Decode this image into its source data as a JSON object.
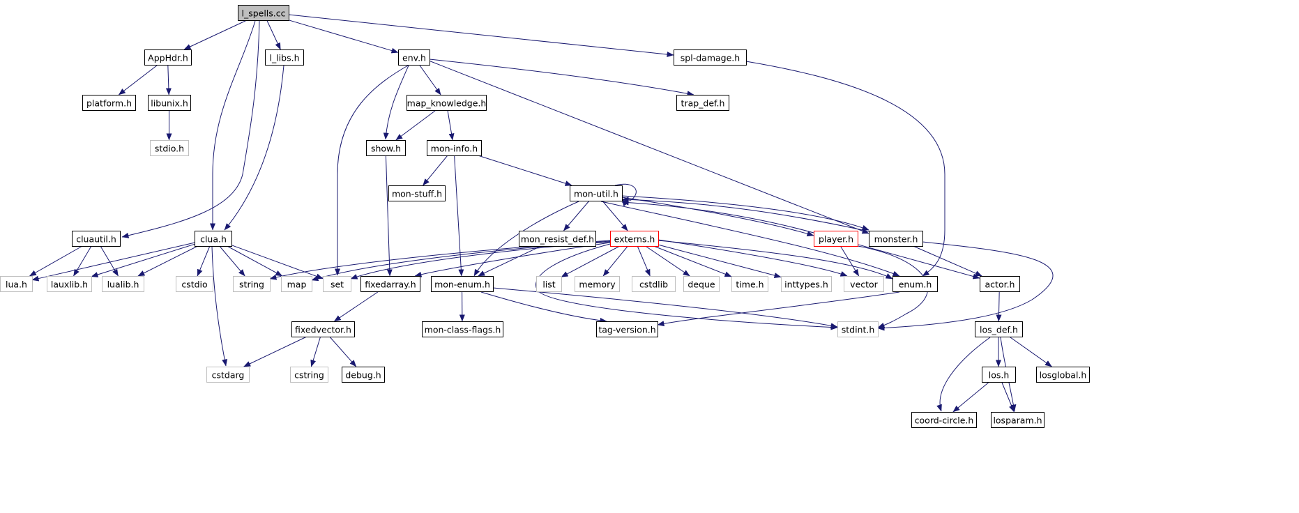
{
  "colors": {
    "edge": "#191970",
    "node_border": "#000000",
    "system_border": "#bfbfbf",
    "truncated_border": "#ff0000",
    "root_fill": "#bfbfbf",
    "text": "#000000"
  },
  "nodes": [
    {
      "id": "l_spells_cc",
      "label": "l_spells.cc",
      "kind": "root"
    },
    {
      "id": "apphdr",
      "label": "AppHdr.h",
      "kind": "normal"
    },
    {
      "id": "l_libs",
      "label": "l_libs.h",
      "kind": "normal"
    },
    {
      "id": "env",
      "label": "env.h",
      "kind": "normal"
    },
    {
      "id": "spl_damage",
      "label": "spl-damage.h",
      "kind": "normal"
    },
    {
      "id": "platform",
      "label": "platform.h",
      "kind": "normal"
    },
    {
      "id": "libunix",
      "label": "libunix.h",
      "kind": "normal"
    },
    {
      "id": "stdio_h",
      "label": "stdio.h",
      "kind": "system"
    },
    {
      "id": "map_knowledge",
      "label": "map_knowledge.h",
      "kind": "normal"
    },
    {
      "id": "trap_def",
      "label": "trap_def.h",
      "kind": "normal"
    },
    {
      "id": "show",
      "label": "show.h",
      "kind": "normal"
    },
    {
      "id": "mon_info",
      "label": "mon-info.h",
      "kind": "normal"
    },
    {
      "id": "mon_stuff",
      "label": "mon-stuff.h",
      "kind": "normal"
    },
    {
      "id": "mon_util",
      "label": "mon-util.h",
      "kind": "normal"
    },
    {
      "id": "cluautil",
      "label": "cluautil.h",
      "kind": "normal"
    },
    {
      "id": "clua",
      "label": "clua.h",
      "kind": "normal"
    },
    {
      "id": "mon_resist_def",
      "label": "mon_resist_def.h",
      "kind": "normal"
    },
    {
      "id": "externs",
      "label": "externs.h",
      "kind": "truncated"
    },
    {
      "id": "player",
      "label": "player.h",
      "kind": "truncated"
    },
    {
      "id": "monster",
      "label": "monster.h",
      "kind": "normal"
    },
    {
      "id": "lua_h",
      "label": "lua.h",
      "kind": "system"
    },
    {
      "id": "lauxlib",
      "label": "lauxlib.h",
      "kind": "system"
    },
    {
      "id": "lualib",
      "label": "lualib.h",
      "kind": "system"
    },
    {
      "id": "cstdio",
      "label": "cstdio",
      "kind": "system"
    },
    {
      "id": "string",
      "label": "string",
      "kind": "system"
    },
    {
      "id": "map",
      "label": "map",
      "kind": "system"
    },
    {
      "id": "set",
      "label": "set",
      "kind": "system"
    },
    {
      "id": "fixedarray",
      "label": "fixedarray.h",
      "kind": "normal"
    },
    {
      "id": "mon_enum",
      "label": "mon-enum.h",
      "kind": "normal"
    },
    {
      "id": "list",
      "label": "list",
      "kind": "system"
    },
    {
      "id": "memory",
      "label": "memory",
      "kind": "system"
    },
    {
      "id": "cstdlib",
      "label": "cstdlib",
      "kind": "system"
    },
    {
      "id": "deque",
      "label": "deque",
      "kind": "system"
    },
    {
      "id": "time_h",
      "label": "time.h",
      "kind": "system"
    },
    {
      "id": "inttypes",
      "label": "inttypes.h",
      "kind": "system"
    },
    {
      "id": "vector",
      "label": "vector",
      "kind": "system"
    },
    {
      "id": "enum_h",
      "label": "enum.h",
      "kind": "normal"
    },
    {
      "id": "actor",
      "label": "actor.h",
      "kind": "normal"
    },
    {
      "id": "fixedvector",
      "label": "fixedvector.h",
      "kind": "normal"
    },
    {
      "id": "mon_class_flags",
      "label": "mon-class-flags.h",
      "kind": "normal"
    },
    {
      "id": "tag_version",
      "label": "tag-version.h",
      "kind": "normal"
    },
    {
      "id": "stdint",
      "label": "stdint.h",
      "kind": "system"
    },
    {
      "id": "los_def",
      "label": "los_def.h",
      "kind": "normal"
    },
    {
      "id": "cstdarg",
      "label": "cstdarg",
      "kind": "system"
    },
    {
      "id": "cstring",
      "label": "cstring",
      "kind": "system"
    },
    {
      "id": "debug",
      "label": "debug.h",
      "kind": "normal"
    },
    {
      "id": "los_h",
      "label": "los.h",
      "kind": "normal"
    },
    {
      "id": "losglobal",
      "label": "losglobal.h",
      "kind": "normal"
    },
    {
      "id": "coord_circle",
      "label": "coord-circle.h",
      "kind": "normal"
    },
    {
      "id": "losparam",
      "label": "losparam.h",
      "kind": "normal"
    }
  ],
  "edges": [
    [
      "l_spells_cc",
      "apphdr"
    ],
    [
      "l_spells_cc",
      "l_libs"
    ],
    [
      "l_spells_cc",
      "env"
    ],
    [
      "l_spells_cc",
      "spl_damage"
    ],
    [
      "l_spells_cc",
      "clua"
    ],
    [
      "l_spells_cc",
      "cluautil"
    ],
    [
      "apphdr",
      "platform"
    ],
    [
      "apphdr",
      "libunix"
    ],
    [
      "libunix",
      "stdio_h"
    ],
    [
      "l_libs",
      "clua"
    ],
    [
      "env",
      "show"
    ],
    [
      "env",
      "map_knowledge"
    ],
    [
      "env",
      "trap_def"
    ],
    [
      "env",
      "set"
    ],
    [
      "env",
      "monster"
    ],
    [
      "map_knowledge",
      "show"
    ],
    [
      "map_knowledge",
      "mon_info"
    ],
    [
      "show",
      "fixedarray"
    ],
    [
      "mon_info",
      "mon_stuff"
    ],
    [
      "mon_info",
      "mon_util"
    ],
    [
      "mon_info",
      "mon_enum"
    ],
    [
      "mon_util",
      "mon_util"
    ],
    [
      "mon_util",
      "mon_resist_def"
    ],
    [
      "mon_util",
      "externs"
    ],
    [
      "mon_util",
      "player"
    ],
    [
      "mon_util",
      "monster"
    ],
    [
      "mon_util",
      "mon_enum"
    ],
    [
      "mon_util",
      "enum_h"
    ],
    [
      "spl_damage",
      "enum_h"
    ],
    [
      "cluautil",
      "lua_h"
    ],
    [
      "cluautil",
      "lauxlib"
    ],
    [
      "cluautil",
      "lualib"
    ],
    [
      "clua",
      "lua_h"
    ],
    [
      "clua",
      "lauxlib"
    ],
    [
      "clua",
      "lualib"
    ],
    [
      "clua",
      "cstdio"
    ],
    [
      "clua",
      "string"
    ],
    [
      "clua",
      "map"
    ],
    [
      "clua",
      "set"
    ],
    [
      "clua",
      "cstdarg"
    ],
    [
      "mon_resist_def",
      "mon_enum"
    ],
    [
      "externs",
      "string"
    ],
    [
      "externs",
      "map"
    ],
    [
      "externs",
      "set"
    ],
    [
      "externs",
      "fixedarray"
    ],
    [
      "externs",
      "list"
    ],
    [
      "externs",
      "memory"
    ],
    [
      "externs",
      "cstdlib"
    ],
    [
      "externs",
      "deque"
    ],
    [
      "externs",
      "time_h"
    ],
    [
      "externs",
      "inttypes"
    ],
    [
      "externs",
      "vector"
    ],
    [
      "externs",
      "enum_h"
    ],
    [
      "externs",
      "stdint"
    ],
    [
      "player",
      "vector"
    ],
    [
      "player",
      "actor"
    ],
    [
      "player",
      "stdint"
    ],
    [
      "player",
      "mon_util"
    ],
    [
      "monster",
      "actor"
    ],
    [
      "monster",
      "stdint"
    ],
    [
      "monster",
      "mon_util"
    ],
    [
      "fixedarray",
      "fixedvector"
    ],
    [
      "fixedvector",
      "cstdarg"
    ],
    [
      "fixedvector",
      "cstring"
    ],
    [
      "fixedvector",
      "debug"
    ],
    [
      "mon_enum",
      "mon_class_flags"
    ],
    [
      "mon_enum",
      "tag_version"
    ],
    [
      "mon_enum",
      "stdint"
    ],
    [
      "enum_h",
      "tag_version"
    ],
    [
      "actor",
      "los_def"
    ],
    [
      "los_def",
      "los_h"
    ],
    [
      "los_def",
      "losglobal"
    ],
    [
      "los_def",
      "coord_circle"
    ],
    [
      "los_def",
      "losparam"
    ],
    [
      "los_h",
      "coord_circle"
    ],
    [
      "los_h",
      "losparam"
    ]
  ]
}
